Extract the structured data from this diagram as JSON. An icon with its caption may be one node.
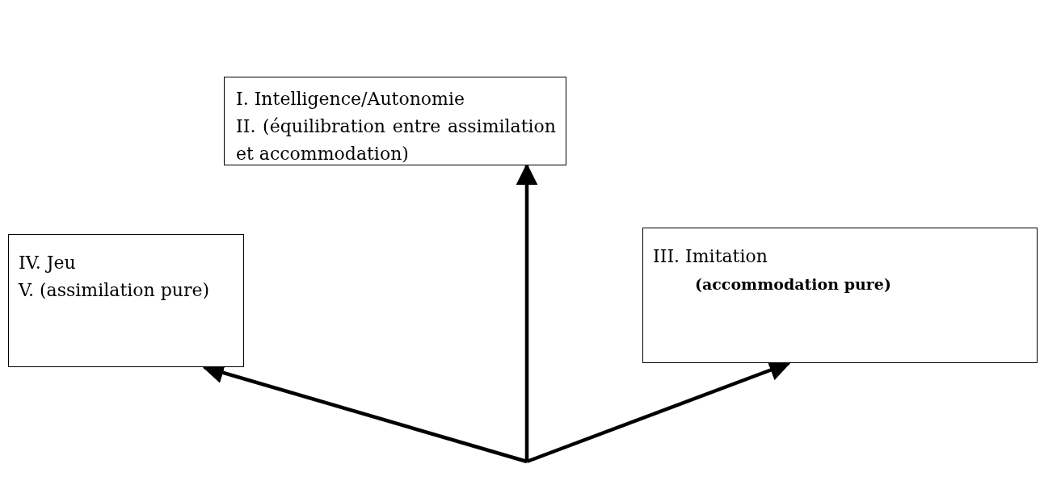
{
  "diagram": {
    "nodes": [
      {
        "text": [
          "I. Intelligence/Autonomie",
          "II. (équilibration entre assimilation et accommodation)"
        ]
      },
      {
        "text": [
          "IV. Jeu",
          "V. (assimilation pure)"
        ]
      },
      {
        "text": [
          "III. Imitation",
          "(accommodation pure)"
        ]
      }
    ],
    "edges": [
      {
        "from": null,
        "to": 0,
        "arrow": "to"
      },
      {
        "from": null,
        "to": 1,
        "arrow": "to"
      },
      {
        "from": null,
        "to": 2,
        "arrow": "to"
      }
    ]
  }
}
